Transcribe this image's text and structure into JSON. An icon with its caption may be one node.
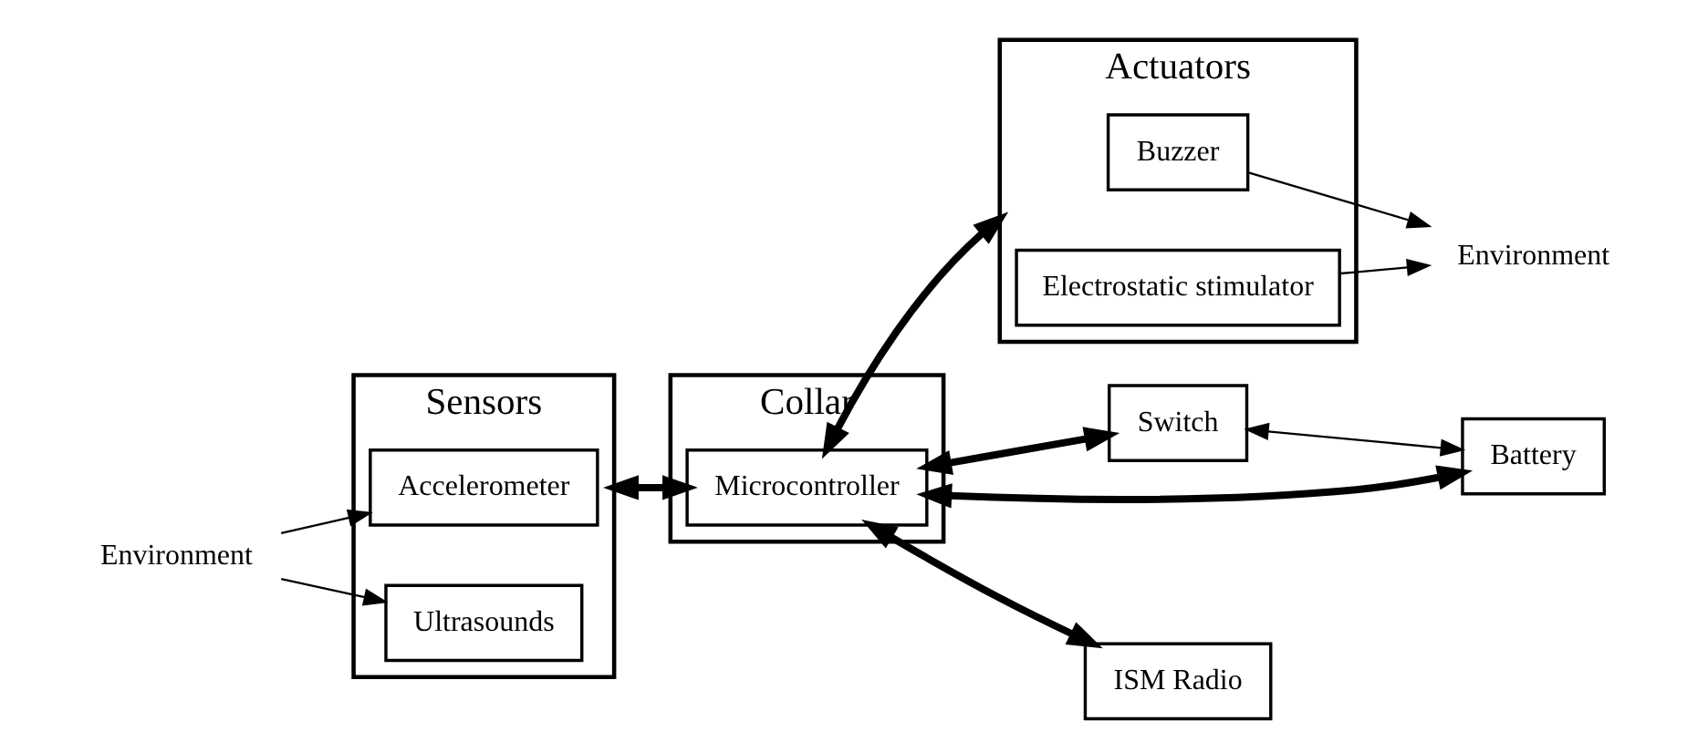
{
  "diagram": {
    "nodes": [
      {
        "text": [
          "Collar"
        ]
      },
      {
        "text": [
          "Sensors"
        ]
      },
      {
        "text": [
          "Accelerometer"
        ],
        "in": 1
      },
      {
        "text": [
          "Ultrasounds"
        ],
        "in": 1
      },
      {
        "text": [
          "Microcontroller"
        ],
        "in": 0
      },
      {
        "text": [
          "Actuators"
        ]
      },
      {
        "text": [
          "Buzzer"
        ],
        "in": 5
      },
      {
        "text": [
          "Electrostatic stimulator"
        ],
        "in": 5
      },
      {
        "text": [
          "Switch"
        ]
      },
      {
        "text": [
          "Battery"
        ]
      },
      {
        "text": [
          "ISM Radio"
        ]
      },
      {
        "text": [
          "Environment"
        ]
      },
      {
        "text": [
          "Environment"
        ]
      }
    ],
    "edges": [
      {
        "from": 11,
        "to": 2,
        "arrow": "to"
      },
      {
        "from": 11,
        "to": 3,
        "arrow": "to"
      },
      {
        "from": 1,
        "to": 4,
        "arrow": "both",
        "style": "thick"
      },
      {
        "from": 4,
        "to": 5,
        "arrow": "both",
        "style": "thick"
      },
      {
        "from": 4,
        "to": 8,
        "arrow": "both",
        "style": "thick"
      },
      {
        "from": 4,
        "to": 9,
        "arrow": "both",
        "style": "thick"
      },
      {
        "from": 4,
        "to": 10,
        "arrow": "both",
        "style": "thick"
      },
      {
        "from": 8,
        "to": 9,
        "arrow": "both"
      },
      {
        "from": 6,
        "to": 12,
        "arrow": "to"
      },
      {
        "from": 7,
        "to": 12,
        "arrow": "to"
      }
    ]
  }
}
